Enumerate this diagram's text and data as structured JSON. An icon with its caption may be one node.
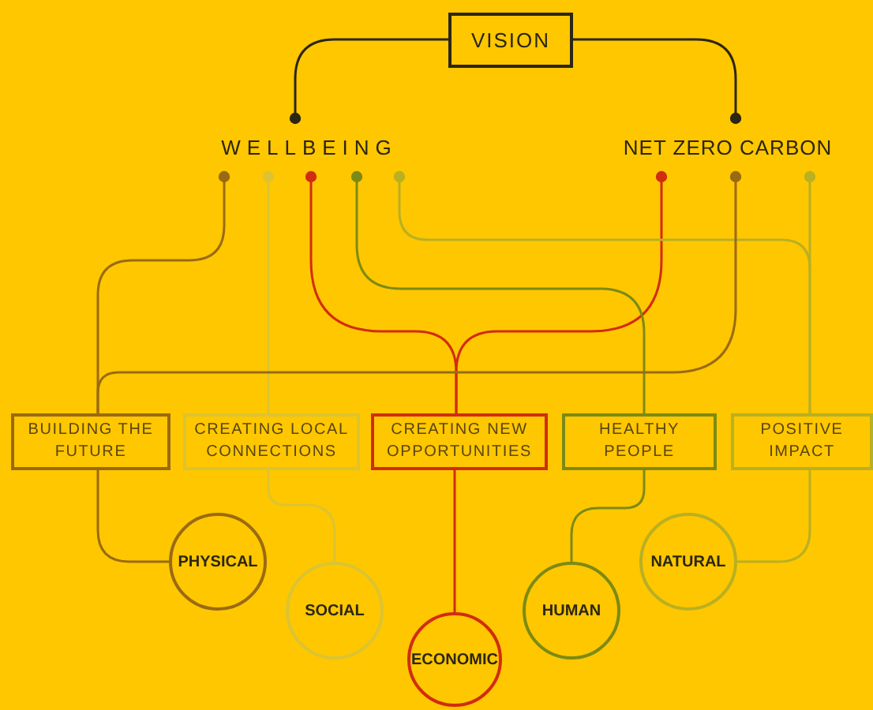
{
  "diagram": {
    "nodes": [
      {
        "text": [
          "VISION"
        ]
      },
      {
        "text": [
          "WELLBEING"
        ]
      },
      {
        "text": [
          "NET ZERO CARBON"
        ]
      },
      {
        "text": [
          "BUILDING THE FUTURE"
        ]
      },
      {
        "text": [
          "CREATING LOCAL CONNECTIONS"
        ]
      },
      {
        "text": [
          "CREATING NEW OPPORTUNITIES"
        ]
      },
      {
        "text": [
          "HEALTHY PEOPLE"
        ]
      },
      {
        "text": [
          "POSITIVE IMPACT"
        ]
      },
      {
        "text": [
          "PHYSICAL"
        ]
      },
      {
        "text": [
          "SOCIAL"
        ]
      },
      {
        "text": [
          "ECONOMIC"
        ]
      },
      {
        "text": [
          "HUMAN"
        ]
      },
      {
        "text": [
          "NATURAL"
        ]
      }
    ],
    "edges": [
      {
        "from": 1,
        "to": 0,
        "arrow": "other",
        "color": "#2b2612"
      },
      {
        "from": 2,
        "to": 0,
        "arrow": "other",
        "color": "#2b2612"
      },
      {
        "from": 1,
        "to": 3,
        "arrow": "other",
        "color": "#9a6a12"
      },
      {
        "from": 1,
        "to": 4,
        "arrow": "other",
        "color": "#dcc332"
      },
      {
        "from": 1,
        "to": 5,
        "arrow": "other",
        "color": "#d22c10"
      },
      {
        "from": 2,
        "to": 5,
        "arrow": "other",
        "color": "#d22c10"
      },
      {
        "from": 1,
        "to": 6,
        "arrow": "other",
        "color": "#7c8a14"
      },
      {
        "from": 1,
        "to": 7,
        "arrow": "other",
        "color": "#b9b022"
      },
      {
        "from": 2,
        "to": 3,
        "arrow": "other",
        "color": "#9a6a12"
      },
      {
        "from": 2,
        "to": 7,
        "arrow": "other",
        "color": "#b9b022"
      },
      {
        "from": 3,
        "to": 8,
        "arrow": "none",
        "color": "#9a6a12"
      },
      {
        "from": 4,
        "to": 9,
        "arrow": "none",
        "color": "#dcc332"
      },
      {
        "from": 5,
        "to": 10,
        "arrow": "none",
        "color": "#d22c10"
      },
      {
        "from": 6,
        "to": 11,
        "arrow": "none",
        "color": "#7c8a14"
      },
      {
        "from": 7,
        "to": 12,
        "arrow": "none",
        "color": "#b9b022"
      }
    ]
  }
}
